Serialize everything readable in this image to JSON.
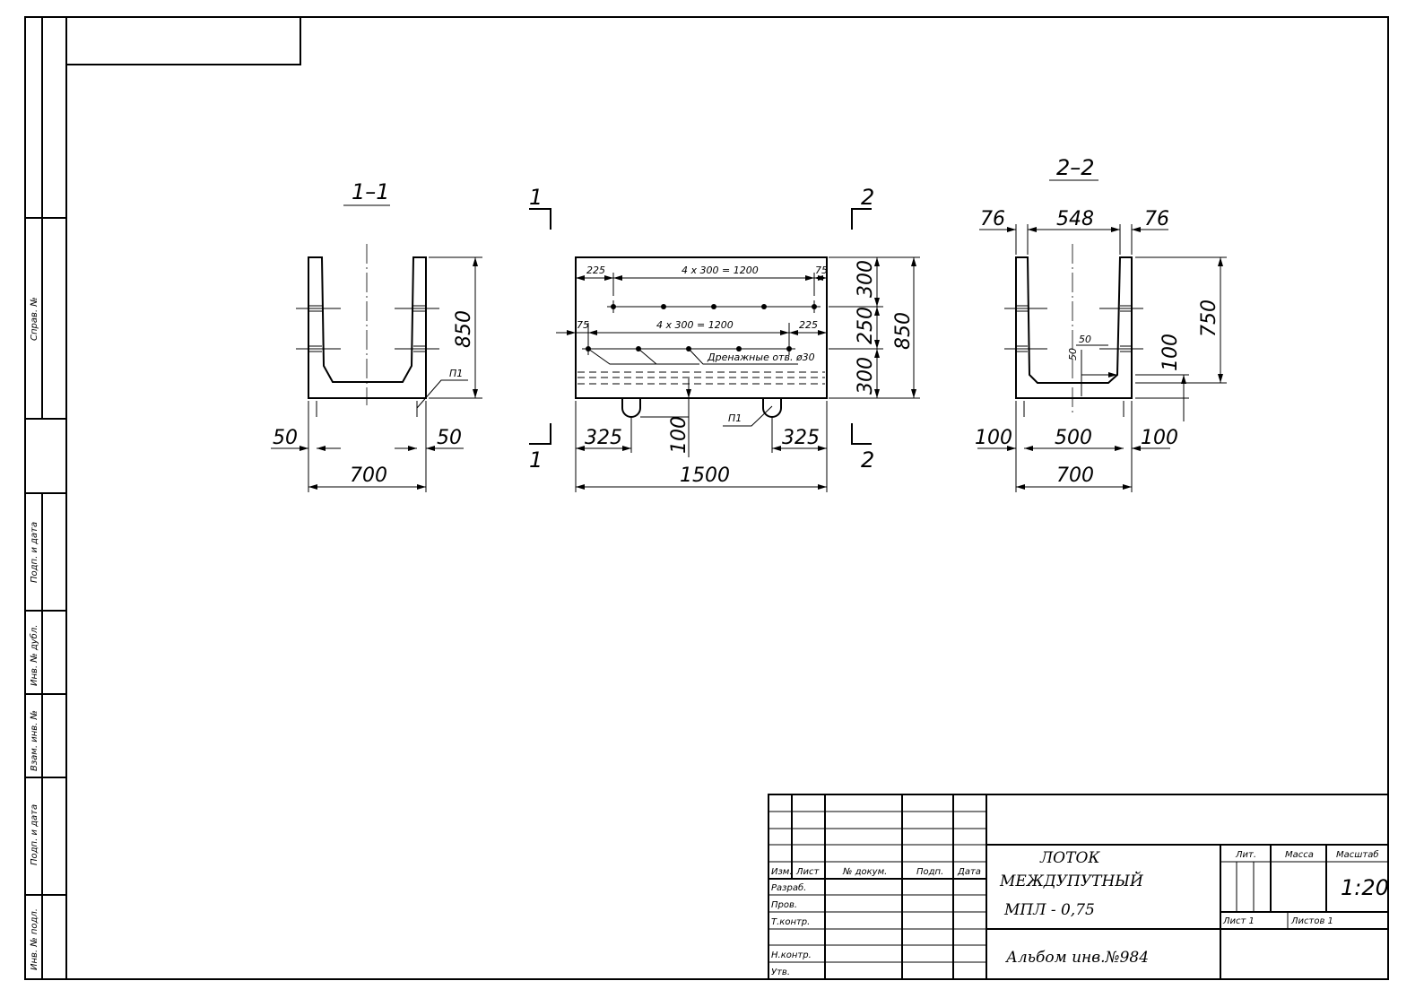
{
  "section_1_1": {
    "title": "1–1",
    "dims": {
      "height": "850",
      "left": "50",
      "right": "50",
      "width": "700"
    },
    "leader": "П1"
  },
  "front_view": {
    "cut_marks": {
      "left": "1",
      "right": "2"
    },
    "top_row": {
      "left": "225",
      "span": "4 x 300 = 1200",
      "right": "75"
    },
    "bottom_row": {
      "left": "75",
      "span": "4 x 300 = 1200",
      "right": "225"
    },
    "drain_note": "Дренажные отв. ø30",
    "vertical_dims": [
      "300",
      "250",
      "300"
    ],
    "total_height": "850",
    "base_dims": {
      "left": "325",
      "right": "325",
      "foot": "100",
      "length": "1500"
    },
    "leader": "П1"
  },
  "section_2_2": {
    "title": "2–2",
    "top_dims": {
      "left": "76",
      "mid": "548",
      "right": "76"
    },
    "height": "750",
    "inner": {
      "a": "50",
      "b": "50",
      "c": "100"
    },
    "bottom_dims": {
      "left": "100",
      "mid": "500",
      "right": "100"
    },
    "width": "700"
  },
  "side_strip": {
    "sprav": "Справ. №",
    "podp1": "Подп. и дата",
    "inv_dubl": "Инв. № дубл.",
    "vzam": "Взам. инв. №",
    "podp2": "Подп. и дата",
    "inv_podl": "Инв. № подл."
  },
  "title_block": {
    "cols": {
      "izm": "Изм.",
      "list": "Лист",
      "doc": "№ докум.",
      "podp": "Подп.",
      "date": "Дата"
    },
    "rows": {
      "razrab": "Разраб.",
      "prov": "Пров.",
      "tkontr": "Т.контр.",
      "nkontr": "Н.контр.",
      "utv": "Утв."
    },
    "name_line1": "ЛОТОК",
    "name_line2": "МЕЖДУПУТНЫЙ",
    "name_line3": "МПЛ - 0,75",
    "album": "Альбом инв.№984",
    "lit_label": "Лит.",
    "mass_label": "Масса",
    "scale_label": "Масштаб",
    "scale_value": "1:20",
    "sheet_label": "Лист 1",
    "sheets_label": "Листов 1"
  }
}
